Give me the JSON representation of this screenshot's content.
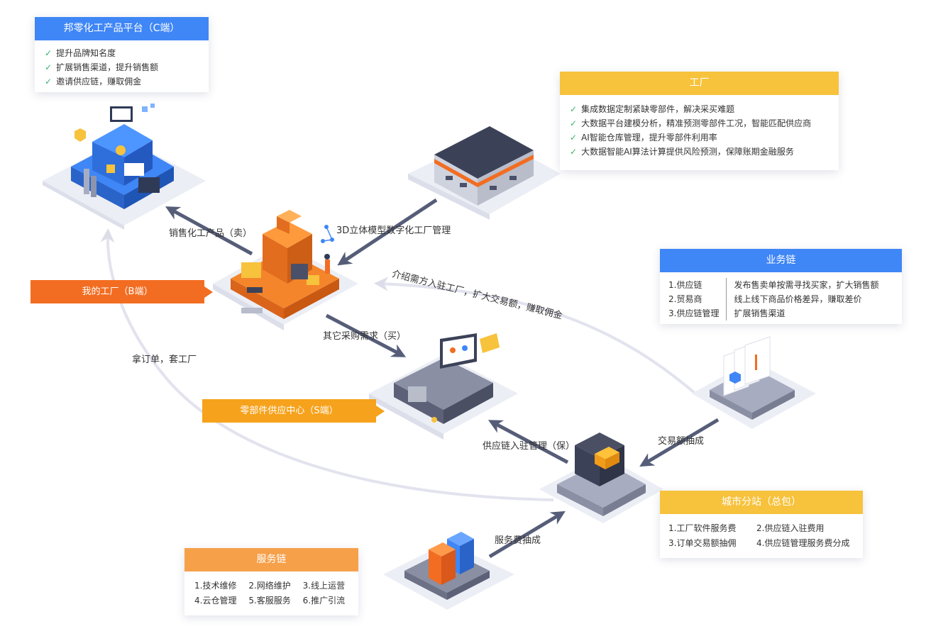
{
  "c_platform": {
    "title": "邦零化工产品平台（C端）",
    "items": [
      "提升品牌知名度",
      "扩展销售渠道，提升销售额",
      "邀请供应链，赚取佣金"
    ]
  },
  "factory": {
    "title": "工厂",
    "items": [
      "集成数据定制紧缺零部件，解决采买难题",
      "大数据平台建模分析，精准预测零部件工况，智能匹配供应商",
      "AI智能仓库管理，提升零部件利用率",
      "大数据智能AI算法计算提供风险预测，保障账期金融服务"
    ]
  },
  "business_chain": {
    "title": "业务链",
    "left": [
      "1.供应链",
      "2.贸易商",
      "3.供应链管理"
    ],
    "right": [
      "发布售卖单按需寻找买家，扩大销售额",
      "线上线下商品价格差异，赚取差价",
      "扩展销售渠道"
    ]
  },
  "city_station": {
    "title": "城市分站（总包）",
    "items": [
      "1.工厂软件服务费",
      "2.供应链入驻费用",
      "3.订单交易额抽佣",
      "4.供应链管理服务费分成"
    ]
  },
  "service_chain": {
    "title": "服务链",
    "items": [
      "1.技术维修",
      "2.网络维护",
      "3.线上运营",
      "4.云仓管理",
      "5.客服服务",
      "6.推广引流"
    ]
  },
  "tags": {
    "b_factory": "我的工厂（B端）",
    "s_center": "零部件供应中心（S端）"
  },
  "labels": {
    "sell": "销售化工产品（卖）",
    "model": "3D立体模型数字化工厂管理",
    "intro": "介绍需方入驻工厂，扩大交易额，赚取佣金",
    "buy": "其它采购需求（买）",
    "order": "拿订单，套工厂",
    "supply_mgmt": "供应链入驻管理（保）",
    "trade_cut": "交易额抽成",
    "service_fee": "服务费抽成"
  },
  "colors": {
    "blue": "#3f86f6",
    "yellow": "#f7c23c",
    "orange": "#f26d22",
    "amber": "#f6a21c",
    "arrow": "#565d78",
    "check": "#3bb36a"
  }
}
